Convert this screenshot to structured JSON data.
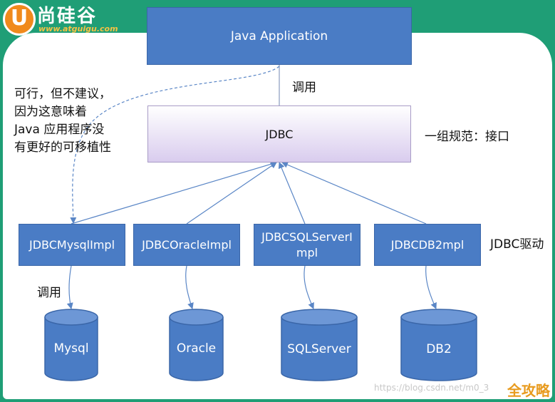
{
  "logo": {
    "name": "尚硅谷",
    "letter": "U",
    "url": "www.atguigu.com"
  },
  "boxes": {
    "app": "Java Application",
    "jdbc": "JDBC",
    "mysql_impl": "JDBCMysqlImpl",
    "oracle_impl": "JDBCOracleImpl",
    "sqlserver_impl": "JDBCSQLServerImpl",
    "db2_impl": "JDBCDB2mpl"
  },
  "labels": {
    "call_top": "调用",
    "spec": "一组规范：接口",
    "driver": "JDBC驱动",
    "call_bottom": "调用"
  },
  "note": "可行，但不建议，因为这意味着 Java 应用程序没有更好的可移植性",
  "databases": {
    "mysql": "Mysql",
    "oracle": "Oracle",
    "sqlserver": "SQLServer",
    "db2": "DB2"
  },
  "watermark": {
    "url": "https://blog.csdn.net/m0_3",
    "brand": "全攻略"
  },
  "colors": {
    "frame": "#1f9e76",
    "box": "#4a7cc5",
    "arrow": "#5a86c6"
  }
}
